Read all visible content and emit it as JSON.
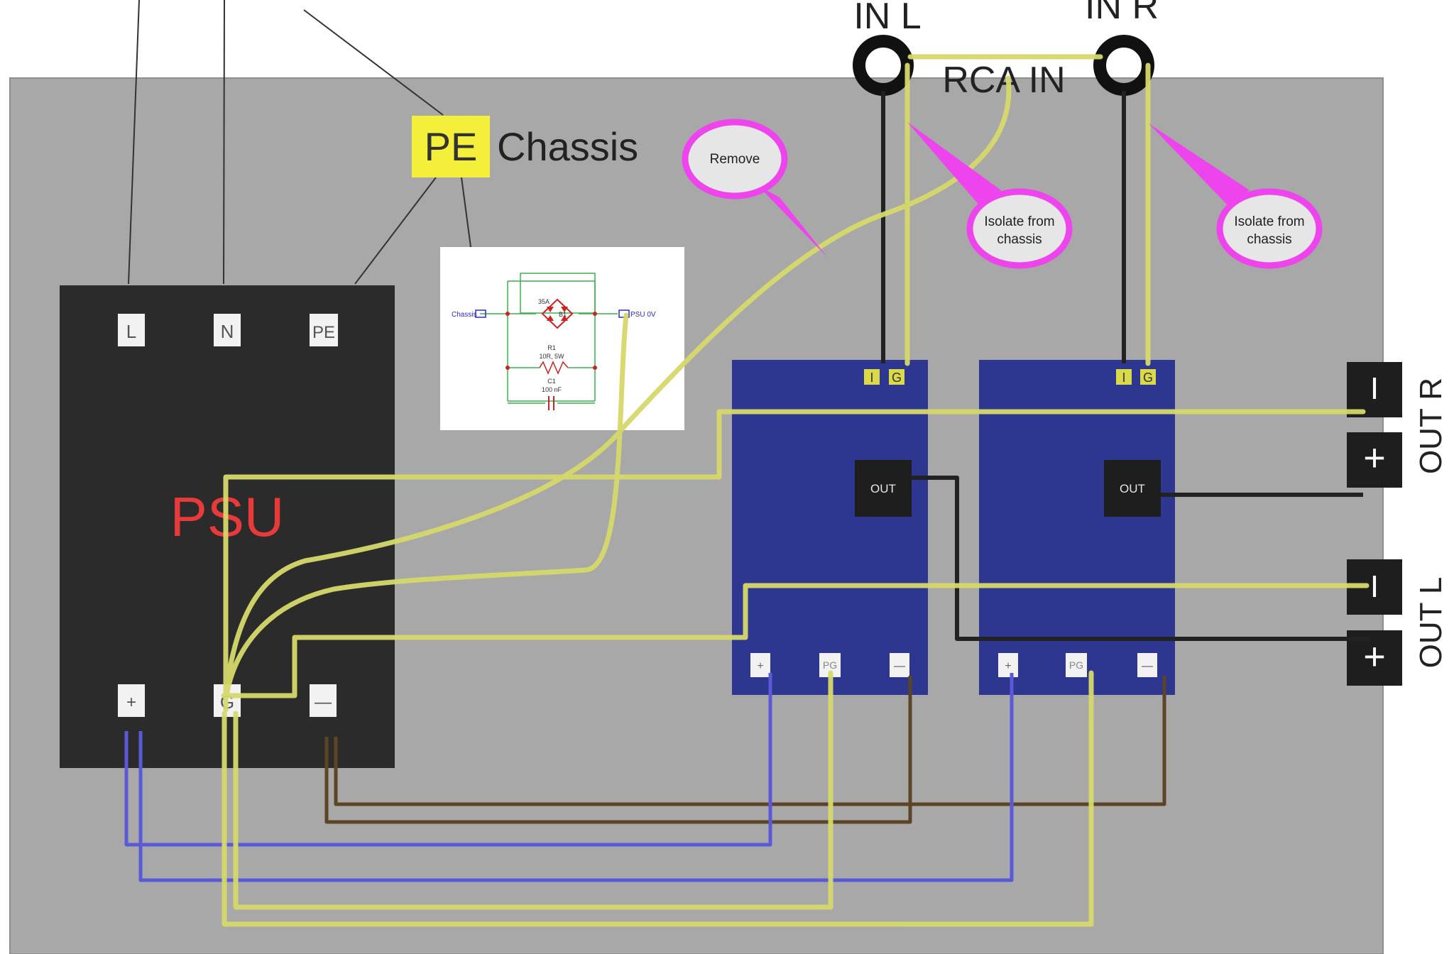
{
  "labels": {
    "in_l": "IN L",
    "in_r": "IN R",
    "rca_in": "RCA IN",
    "pe_box": "PE",
    "chassis": "Chassis",
    "psu": "PSU",
    "out_r": "OUT R",
    "out_l": "OUT L"
  },
  "psu_terminals": {
    "top": [
      "L",
      "N",
      "PE"
    ],
    "bottom": [
      "+",
      "G",
      "—"
    ]
  },
  "amp_left": {
    "in_i": "I",
    "in_g": "G",
    "out": "OUT",
    "pins": [
      "+",
      "PG",
      "—"
    ]
  },
  "amp_right": {
    "in_i": "I",
    "in_g": "G",
    "out": "OUT",
    "pins": [
      "+",
      "PG",
      "—"
    ]
  },
  "output_terminals": {
    "out_r": [
      "I",
      "+"
    ],
    "out_l": [
      "I",
      "+"
    ]
  },
  "callouts": {
    "remove": "Remove",
    "isolate_left": [
      "Isolate from",
      "chassis"
    ],
    "isolate_right": [
      "Isolate from",
      "chassis"
    ]
  },
  "schematic": {
    "chassis": "Chassis",
    "psu_0v": "PSU 0V",
    "bridge_rating": "35A",
    "bridge_ref": "B1",
    "r_ref": "R1",
    "r_value": "10R, 5W",
    "c_ref": "C1",
    "c_value": "100 nF"
  },
  "colors": {
    "panel": "#a8a8a8",
    "psu_body": "#2b2b2b",
    "psu_label": "#e83a3a",
    "amp_body": "#2e378f",
    "wire_yellow": "#d6d96a",
    "wire_black": "#222222",
    "wire_blue": "#5a5ad6",
    "wire_brown": "#5b4526",
    "pe_fill": "#f3ef3a",
    "callout_border": "#ee44ee",
    "callout_fill": "#e6e6e6",
    "schematic_green": "#3fae4f",
    "schematic_red": "#cc2222",
    "schematic_blue": "#2a2ad0"
  }
}
